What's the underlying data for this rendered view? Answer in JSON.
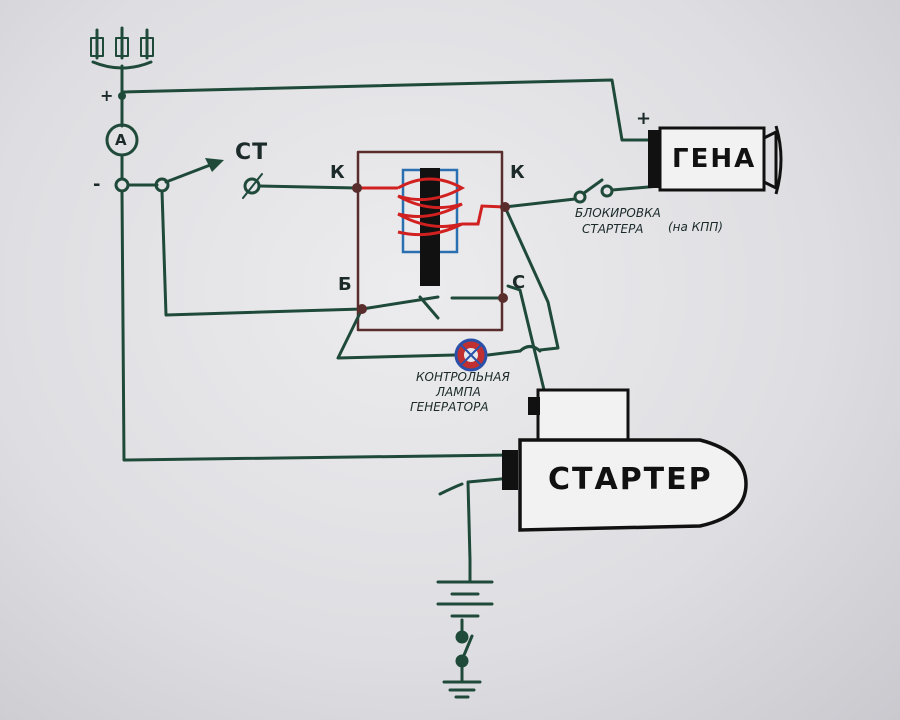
{
  "diagram": {
    "labels": {
      "plus_top": "+",
      "minus_left": "-",
      "ammeter": "A",
      "st": "СТ",
      "k_left": "К",
      "k_right": "К",
      "b": "Б",
      "c": "С",
      "plus_gen": "+",
      "gena": "ГЕНА",
      "blocking_line1": "БЛОКИРОВКА",
      "blocking_line2": "СТАРТЕРА",
      "blocking_note": "(на КПП)",
      "lamp_line1": "КОНТРОЛЬНАЯ",
      "lamp_line2": "ЛАМПА",
      "lamp_line3": "ГЕНЕРАТОРА",
      "starter": "СТАРТЕР"
    },
    "colors": {
      "wire": "#1f4a3a",
      "coil": "#d12020",
      "core": "#111111",
      "coil_frame": "#2a6fb0",
      "relay_box": "#5a2d2d",
      "lamp_body": "#2a50a8",
      "lamp_inner": "#d83030"
    },
    "icons": [
      "ammeter-icon",
      "ignition-switch-icon",
      "relay-coil-icon",
      "lamp-icon",
      "battery-icon",
      "ground-switch-icon",
      "fuse-block-icon",
      "pulley-icon"
    ]
  }
}
